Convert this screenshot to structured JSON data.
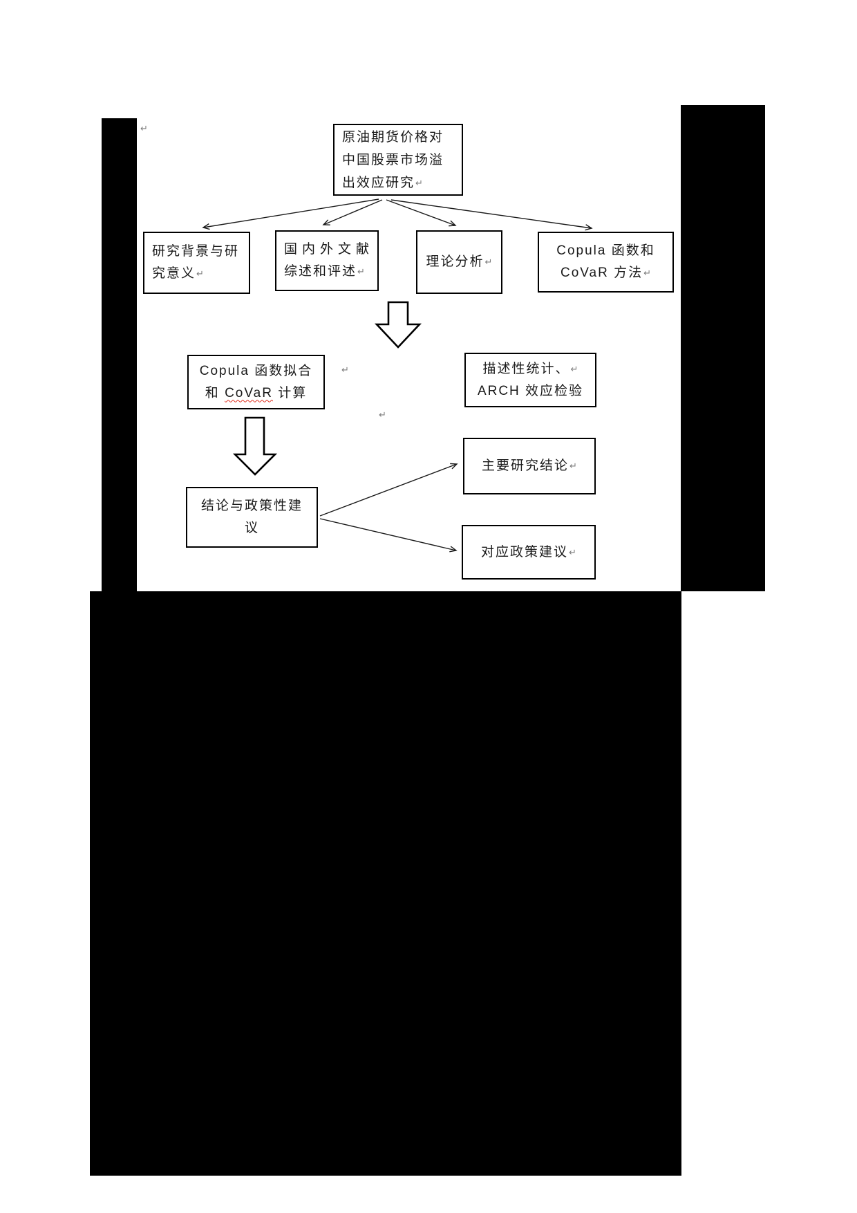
{
  "page": {
    "background": "#ffffff",
    "redaction_color": "#000000",
    "text_color": "#1a1a1a",
    "misspell_underline_color": "#e0301e",
    "paragraph_mark": "↵"
  },
  "flowchart": {
    "title": {
      "line1": "原油期货价格对",
      "line2": "中国股票市场溢",
      "line3": "出效应研究",
      "mark": "↵"
    },
    "row1": [
      {
        "line1": "研究背景与研",
        "line2": "究意义",
        "mark": "↵"
      },
      {
        "line1": "国内外文献",
        "line2": "综述和评述",
        "mark": "↵"
      },
      {
        "line1": "理论分析",
        "mark": "↵"
      },
      {
        "line1": "Copula 函数和",
        "line2": "CoVaR 方法",
        "mark": "↵"
      }
    ],
    "fit_box": {
      "line1": "Copula 函数拟合",
      "line2_pre": "和 ",
      "line2_word": "CoVaR",
      "line2_post": " 计算"
    },
    "stats_box": {
      "line1": "描述性统计、",
      "mark": "↵",
      "line2": "ARCH 效应检验"
    },
    "conclusion_box": {
      "line1": "结论与政策性建",
      "line2": "议"
    },
    "result_box": {
      "label": "主要研究结论",
      "mark": "↵"
    },
    "policy_box": {
      "label": "对应政策建议",
      "mark": "↵"
    },
    "floating_marks": {
      "top": "↵",
      "middle": "↵",
      "lower": "↵"
    }
  }
}
